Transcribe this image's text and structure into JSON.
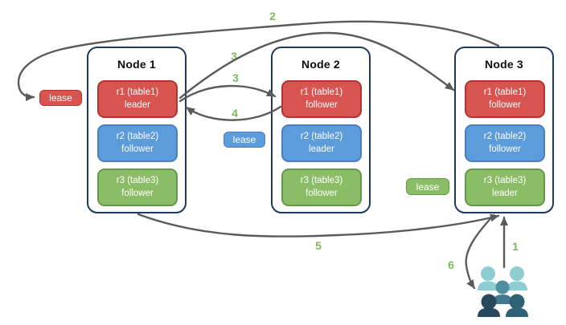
{
  "diagram": {
    "nodes": [
      {
        "title": "Node 1",
        "replicas": [
          {
            "name": "r1 (table1)",
            "role": "leader",
            "color": "red"
          },
          {
            "name": "r2 (table2)",
            "role": "follower",
            "color": "blue"
          },
          {
            "name": "r3 (table3)",
            "role": "follower",
            "color": "green"
          }
        ]
      },
      {
        "title": "Node 2",
        "replicas": [
          {
            "name": "r1 (table1)",
            "role": "follower",
            "color": "red"
          },
          {
            "name": "r2 (table2)",
            "role": "leader",
            "color": "blue"
          },
          {
            "name": "r3 (table3)",
            "role": "follower",
            "color": "green"
          }
        ]
      },
      {
        "title": "Node 3",
        "replicas": [
          {
            "name": "r1 (table1)",
            "role": "follower",
            "color": "red"
          },
          {
            "name": "r2 (table2)",
            "role": "follower",
            "color": "blue"
          },
          {
            "name": "r3 (table3)",
            "role": "leader",
            "color": "green"
          }
        ]
      }
    ],
    "leases": [
      {
        "label": "lease",
        "color": "red"
      },
      {
        "label": "lease",
        "color": "blue"
      },
      {
        "label": "lease",
        "color": "green"
      }
    ],
    "steps": {
      "s1": "1",
      "s2": "2",
      "s3a": "3",
      "s3b": "3",
      "s4": "4",
      "s5": "5",
      "s6": "6"
    },
    "icons": {
      "users": "users-icon"
    },
    "colors": {
      "replica_red": "#d85450",
      "replica_blue": "#5d9cdb",
      "replica_green": "#8bbd67",
      "node_border": "#1f3a5f",
      "arrow_gray": "#5b5b5b",
      "step_green": "#7cbb5c",
      "users_light_teal": "#8ecdd2",
      "users_mid_teal": "#4f8fa0",
      "users_dark_navy": "#27485d",
      "users_dark_teal": "#2d6173"
    }
  }
}
